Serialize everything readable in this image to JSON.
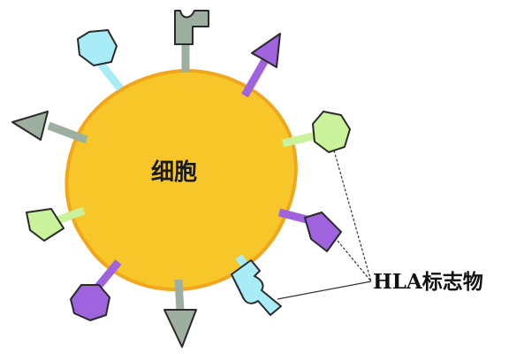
{
  "diagram": {
    "cell_label": "细胞",
    "marker_label": "HLA标志物",
    "colors": {
      "cell_fill": "#f7c72a",
      "cell_edge": "#f2a61b",
      "cyan": "#a7ecf6",
      "gray_green": "#9daf9f",
      "purple": "#9f63dd",
      "light_green": "#c9f29a",
      "outline": "#2a2a2a",
      "pointer_line": "#333333"
    },
    "markers": [
      {
        "name": "cyan-octagon-marker",
        "shape": "octagon",
        "color": "cyan"
      },
      {
        "name": "gray-slot-marker",
        "shape": "slot",
        "color": "gray_green"
      },
      {
        "name": "purple-arrow-marker-top",
        "shape": "arrow",
        "color": "purple"
      },
      {
        "name": "gray-arrow-marker-left",
        "shape": "arrow",
        "color": "gray_green"
      },
      {
        "name": "green-octagon-marker",
        "shape": "octagon",
        "color": "light_green"
      },
      {
        "name": "green-pentagon-marker",
        "shape": "pentagon",
        "color": "light_green"
      },
      {
        "name": "purple-pentagon-marker",
        "shape": "pentagon",
        "color": "purple"
      },
      {
        "name": "purple-octagon-marker",
        "shape": "octagon",
        "color": "purple"
      },
      {
        "name": "gray-arrow-marker-bottom",
        "shape": "arrow",
        "color": "gray_green"
      },
      {
        "name": "cyan-key-marker",
        "shape": "key",
        "color": "cyan"
      }
    ]
  }
}
